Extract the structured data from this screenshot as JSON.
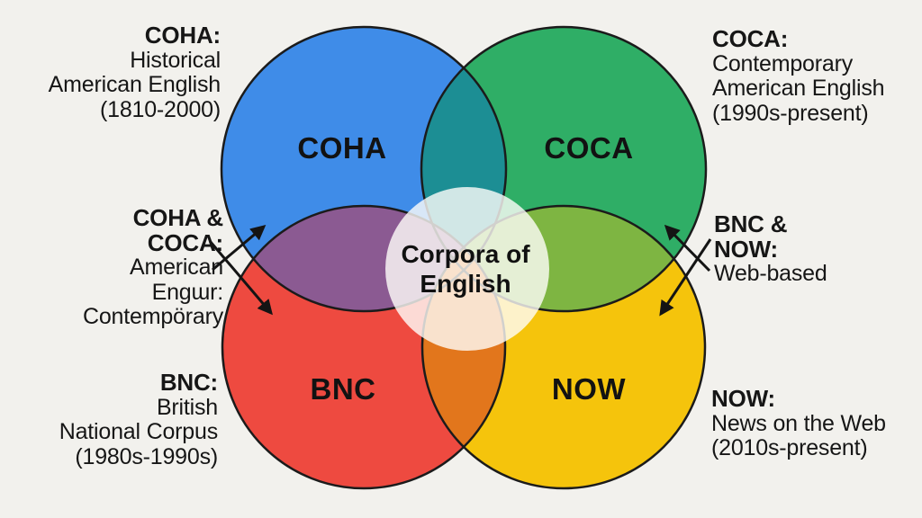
{
  "colors": {
    "background": "#f2f1ed",
    "coha": "#3f8ce8",
    "coca": "#2fae66",
    "bnc": "#ee4a40",
    "now": "#f5c40c",
    "coha_coca_overlap": "#1c8e94",
    "coha_bnc_overlap": "#8b5a92",
    "coca_now_overlap": "#7eb542",
    "bnc_now_overlap": "#e2761c"
  },
  "center": {
    "line1": "Corpora of",
    "line2": "English"
  },
  "circle_names": {
    "coha": "COHA",
    "coca": "COCA",
    "bnc": "BNC",
    "now": "NOW"
  },
  "annotations": {
    "coha": {
      "heading": "COHA:",
      "line1": "Historical",
      "line2": "American English",
      "line3": "(1810-2000)"
    },
    "coca": {
      "heading": "COCA:",
      "line1": "Contemporary",
      "line2": "American English",
      "line3": "(1990s-present)"
    },
    "coha_coca": {
      "heading1": "COHA &",
      "heading2": "COCA:",
      "line1": "American",
      "line2": "Engɯr:",
      "line3": "Contempörary"
    },
    "bnc_now": {
      "heading1": "BNC &",
      "heading2": "NOW:",
      "line1": "Web-based"
    },
    "bnc": {
      "heading": "BNC:",
      "line1": "British",
      "line2": "National Corpus",
      "line3": "(1980s-1990s)"
    },
    "now": {
      "heading": "NOW:",
      "line1": "News on the Web",
      "line2": "(2010s-present)"
    }
  }
}
